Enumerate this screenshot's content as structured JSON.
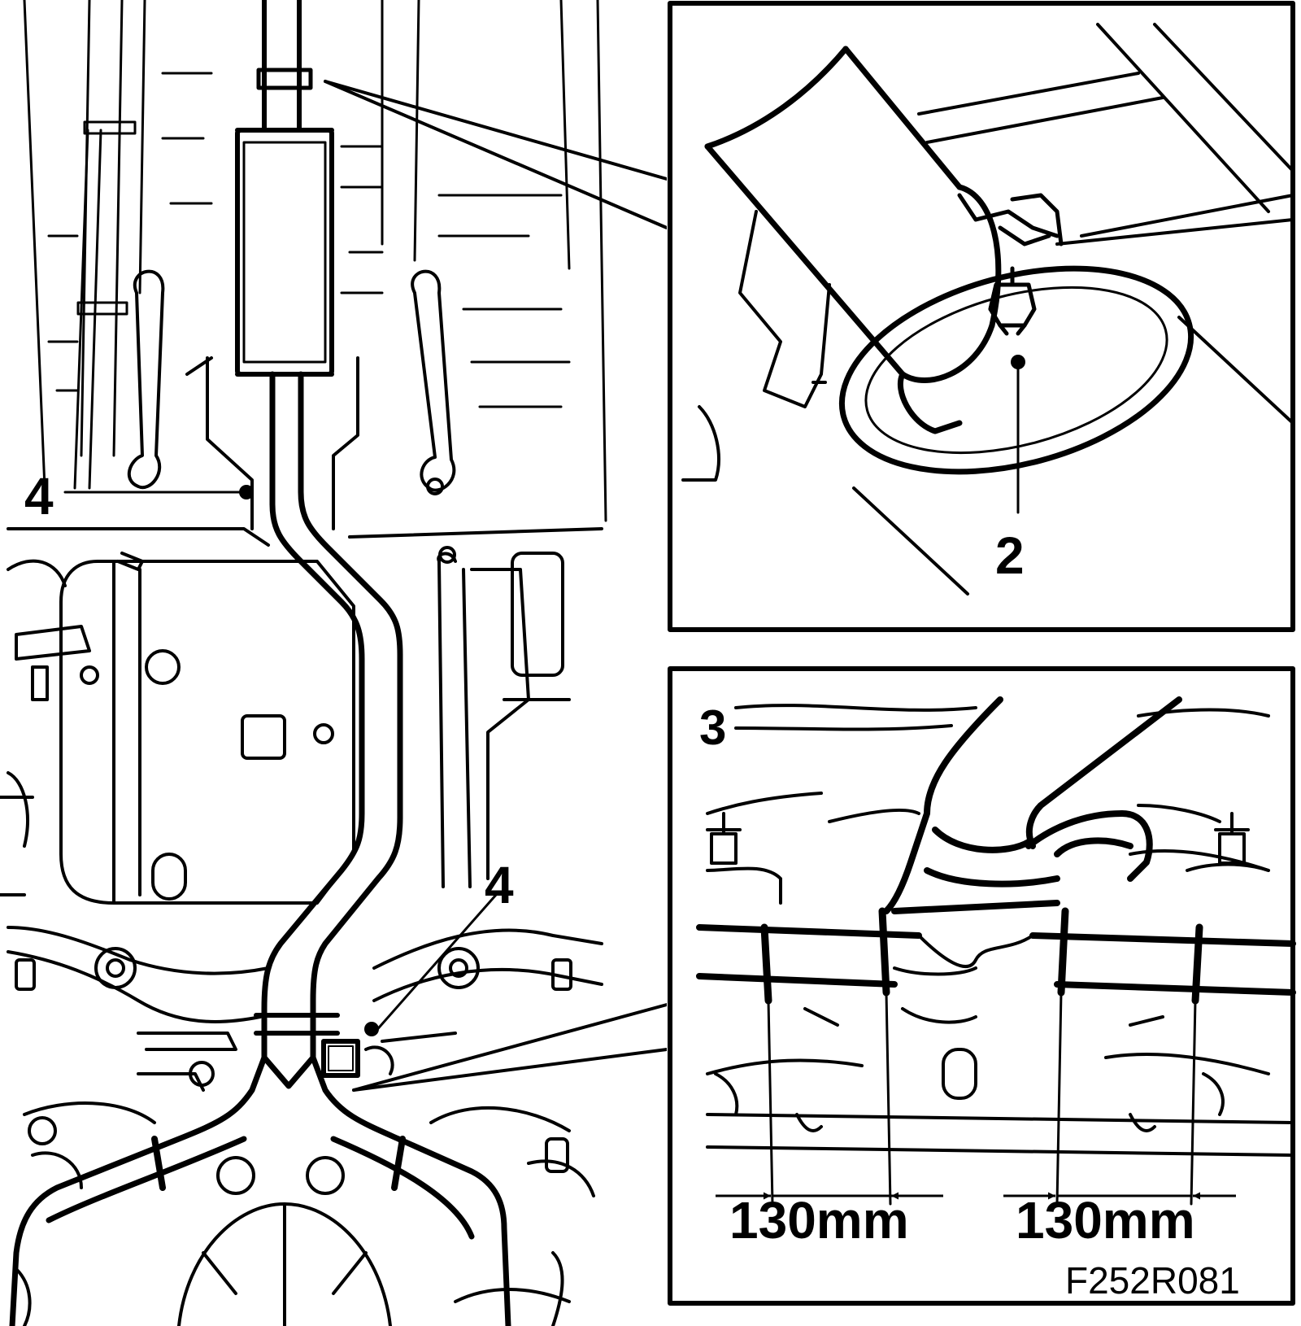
{
  "figure_code": "F252R081",
  "callouts": {
    "clamp_front": "4",
    "clamp_rear": "4",
    "nut": "2",
    "cut_view": "3"
  },
  "dimensions": {
    "left": "130mm",
    "right": "130mm"
  },
  "colors": {
    "ink": "#000000",
    "paper": "#ffffff"
  }
}
